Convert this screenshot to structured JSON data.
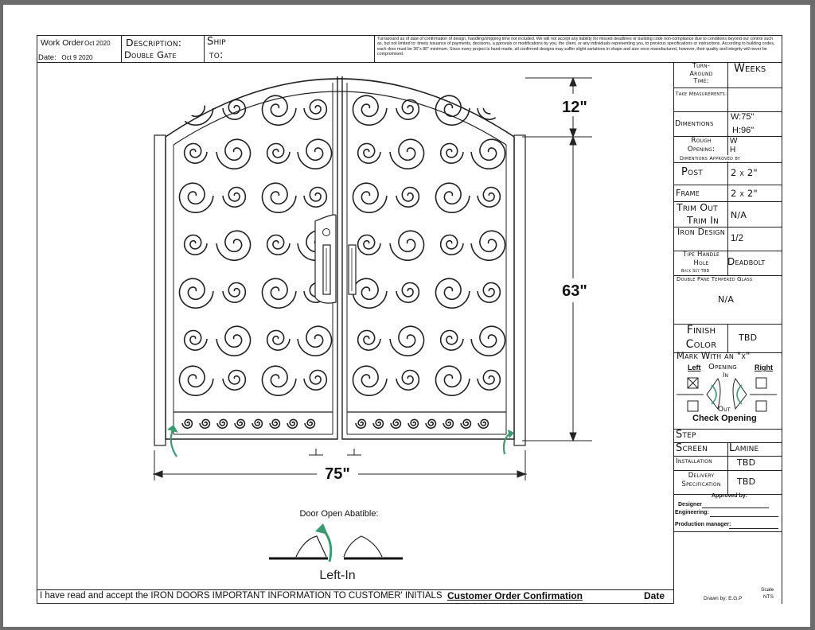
{
  "header": {
    "work_order_label": "Work Order",
    "work_order_value": "Oct 2020",
    "date_label": "Date:",
    "date_value": "Oct 9 2020",
    "description_label": "Description:",
    "description_value": "Double Gate",
    "ship_label": "Ship",
    "ship_to_label": "to:",
    "disclaimer": "Turnaround as of date of confirmation of design, handling/shipping time not included. We will not accept any liability for missed deadlines or building code non-compliance due to conditions beyond our control such as, but not limited to: timely issuance of payments, decisions, a pprovals or modifications by you, the client, or any individuals representing you, to previous specifications or instructions. According to building codes, each door must be 36\"x 80\" minimum. Since every project is hand-made, all confirmed designs may suffer slight variations in shape and size once manufactured, however, their quality and integrity will never be compromised."
  },
  "drawing": {
    "dim_arch": "12\"",
    "dim_height": "63\"",
    "dim_width": "75\"",
    "door_open_label": "Door Open Abatible:",
    "swing_label": "Left-In"
  },
  "specs": {
    "turnaround_label": "Turn-Around Time:",
    "turnaround_value": "Weeks",
    "take_measurements_label": "Take Measurements:",
    "dimentions_label": "Dimentions",
    "dim_w": "W:75\"",
    "dim_h": "H:96\"",
    "rough_opening_label": "Rough Opening:",
    "rough_w": "W",
    "rough_h": "H",
    "dimentions_approved": "Dimentions Approved by",
    "post_label": "Post",
    "post_value": "2 x 2\"",
    "frame_label": "Frame",
    "frame_value": "2 x 2\"",
    "trim_out_label": "Trim Out",
    "trim_in_label": "Trim In",
    "trim_value": "N/A",
    "iron_design_label": "Iron Design",
    "iron_design_value": "1/2",
    "tipe_handle_label": "Tipe Handle Hole",
    "backset_label": "Back Set TBD",
    "tipe_handle_value": "Deadbolt",
    "glass_label": "Double Pane Tempered Glass",
    "glass_value": "N/A",
    "finish_label": "Finish Color",
    "finish_value": "TBD",
    "mark_label": "Mark With an \"x\"",
    "left_label": "Left",
    "opening_label": "Opening",
    "in_label": "In",
    "right_label": "Right",
    "out_label": "Out",
    "check_opening_label": "Check Opening",
    "step_label": "Step",
    "screen_label": "Screen",
    "screen_value": "Lamine",
    "installation_label": "Installation",
    "installation_value": "TBD",
    "delivery_label": "Delivery Specification",
    "delivery_value": "TBD",
    "approved_by_label": "Approved by:",
    "designer_label": "Designer",
    "engineering_label": "Engineering:",
    "production_label": "Production manager:"
  },
  "footer": {
    "acceptance_text": "I have read and accept the IRON DOORS IMPORTANT INFORMATION TO CUSTOMER' INITIALS",
    "confirmation_label": "Customer Order Confirmation",
    "date_label": "Date",
    "drawn_by": "Drawn by: E.G.P",
    "scale_label": "Scale",
    "scale_value": "NTS"
  },
  "colors": {
    "arrow_green": "#3a9a72",
    "line": "#222222",
    "background": "#6b6b6b"
  }
}
